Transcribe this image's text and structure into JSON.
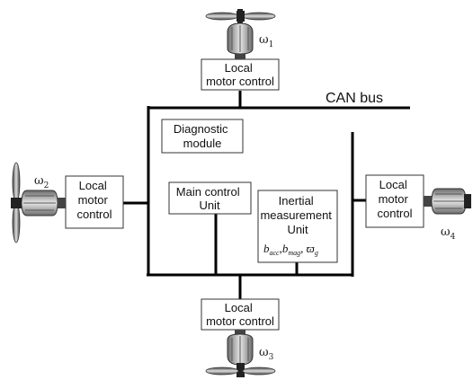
{
  "bus_label": "CAN bus",
  "motor_control_label": [
    "Local",
    "motor control"
  ],
  "motor_control_side_label": [
    "Local",
    "motor",
    "control"
  ],
  "diagnostic_label": [
    "Diagnostic",
    "module"
  ],
  "main_control_label": [
    "Main control",
    "Unit"
  ],
  "imu_label": [
    "Inertial",
    "measurement",
    "Unit"
  ],
  "imu_variables": {
    "b1": "b",
    "b1_sub": "acc",
    "sep1": ",",
    "b2": "b",
    "b2_sub": "mag",
    "sep2": ", ",
    "w": "ϖ",
    "w_sub": "g"
  },
  "omegas": {
    "w1": {
      "sym": "ω",
      "sub": "1"
    },
    "w2": {
      "sym": "ω",
      "sub": "2"
    },
    "w3": {
      "sym": "ω",
      "sub": "3"
    },
    "w4": {
      "sym": "ω",
      "sub": "4"
    }
  }
}
